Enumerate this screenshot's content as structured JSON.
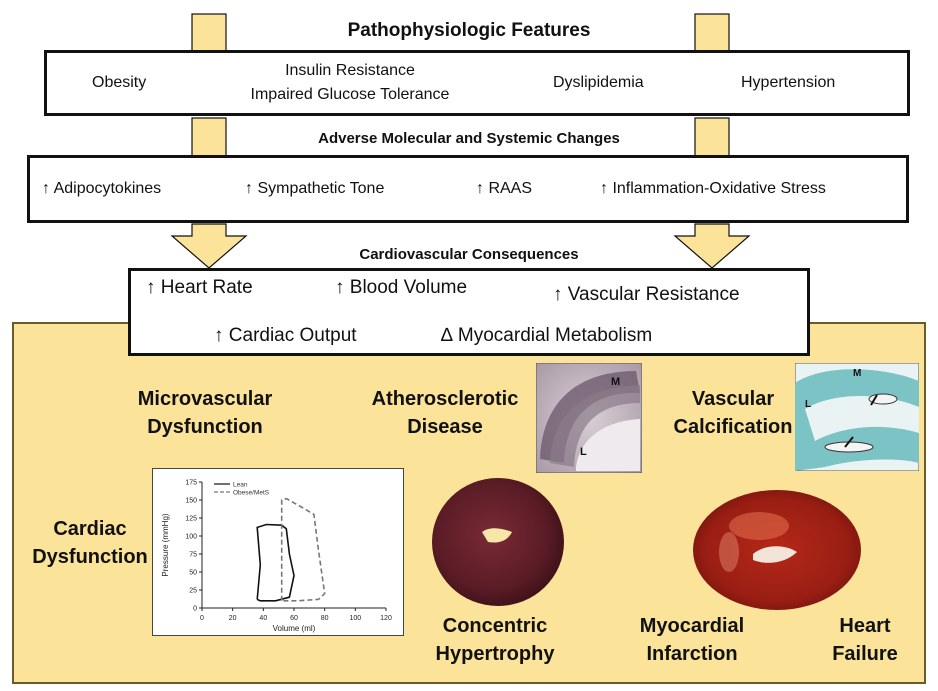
{
  "title": "Pathophysiologic Features",
  "features": {
    "obesity": "Obesity",
    "insulin_line1": "Insulin Resistance",
    "insulin_line2": "Impaired  Glucose Tolerance",
    "dyslipidemia": "Dyslipidemia",
    "hypertension": "Hypertension"
  },
  "adverse_title": "Adverse Molecular and Systemic Changes",
  "adverse": {
    "adipocytokines": "↑ Adipocytokines",
    "sympathetic": "↑ Sympathetic  Tone",
    "raas": "↑ RAAS",
    "inflammation": "↑ Inflammation-Oxidative  Stress"
  },
  "cv_title": "Cardiovascular Consequences",
  "cv": {
    "heart_rate": "↑ Heart Rate",
    "blood_volume": "↑ Blood Volume",
    "vascular_resistance": "↑ Vascular Resistance",
    "cardiac_output": "↑ Cardiac  Output",
    "myocardial_metabolism": "∆ Myocardial Metabolism"
  },
  "outcomes": {
    "micro_line1": "Microvascular",
    "micro_line2": "Dysfunction",
    "athero_line1": "Atherosclerotic",
    "athero_line2": "Disease",
    "vascular_line1": "Vascular",
    "vascular_line2": "Calcification",
    "cardiac_line1": "Cardiac",
    "cardiac_line2": "Dysfunction",
    "concentric_line1": "Concentric",
    "concentric_line2": "Hypertrophy",
    "mi_line1": "Myocardial",
    "mi_line2": "Infarction",
    "hf_line1": "Heart",
    "hf_line2": "Failure"
  },
  "micrograph_labels": {
    "athero_m": "M",
    "athero_l": "L",
    "calc_m": "M",
    "calc_l": "L"
  },
  "colors": {
    "panel": "#fbe39a",
    "arrow": "#fbe39a",
    "outline": "#111111"
  },
  "chart_data": {
    "type": "line",
    "xlabel": "Volume (ml)",
    "ylabel": "Pressure (mmHg)",
    "xlim": [
      0,
      120
    ],
    "ylim": [
      0,
      175
    ],
    "x_ticks": [
      0,
      20,
      40,
      60,
      80,
      100,
      120
    ],
    "y_ticks": [
      0,
      25,
      50,
      75,
      100,
      125,
      150,
      175
    ],
    "legend_position": "top-left",
    "series": [
      {
        "name": "Lean",
        "style": "solid",
        "points": [
          [
            36,
            12
          ],
          [
            38,
            60
          ],
          [
            36,
            112
          ],
          [
            42,
            116
          ],
          [
            52,
            115
          ],
          [
            55,
            110
          ],
          [
            57,
            75
          ],
          [
            60,
            45
          ],
          [
            57,
            15
          ],
          [
            48,
            10
          ],
          [
            38,
            10
          ],
          [
            36,
            12
          ]
        ]
      },
      {
        "name": "Obese/MetS",
        "style": "dashed",
        "points": [
          [
            52,
            10
          ],
          [
            52,
            60
          ],
          [
            52,
            150
          ],
          [
            55,
            152
          ],
          [
            65,
            140
          ],
          [
            73,
            130
          ],
          [
            76,
            80
          ],
          [
            80,
            20
          ],
          [
            76,
            12
          ],
          [
            62,
            10
          ],
          [
            52,
            10
          ]
        ]
      }
    ]
  }
}
